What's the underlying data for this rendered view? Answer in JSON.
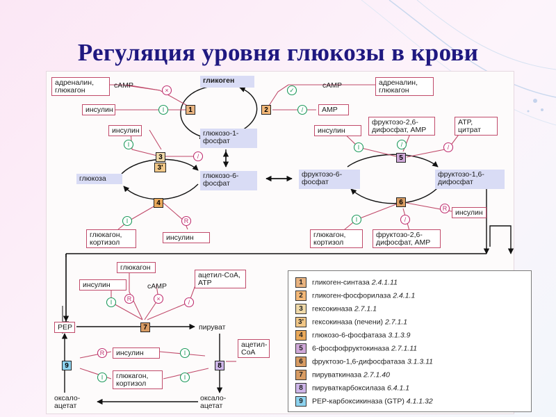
{
  "title": "Регуляция уровня глюкозы в крови",
  "colors": {
    "title": "#1f1880",
    "inhibit": "#c03070",
    "activate": "#1d9a5c",
    "node_border": "#c04a6a",
    "metabolite_fill": "#d9dcf5",
    "enzyme_fill": [
      "#e8b380",
      "#f3b878",
      "#efd9a8",
      "#f1c787",
      "#e9a95a",
      "#cfa8d8",
      "#d89c63",
      "#cdb5e8",
      "#8dd3ef"
    ]
  },
  "nodes": {
    "adrenalin1": "адреналин,\nглюкагон",
    "camp1": "cAMP",
    "insulin1": "инсулин",
    "glycogen": "гликоген",
    "camp2": "cAMP",
    "adrenalin2": "адреналин,\nглюкагон",
    "amp": "AMP",
    "insulin2": "инсулин",
    "g1p": "глюкозо-1-\nфосфат",
    "glucose": "глюкоза",
    "g6p": "глюкозо-6-\nфосфат",
    "glucagon_cortisol1": "глюкагон,\nкортизол",
    "insulin3": "инсулин",
    "insulin4": "инсулин",
    "f26_1": "фруктозо-2,6-\nдифосфат, AMP",
    "atp_citrate": "ATP,\nцитрат",
    "f6p": "фруктозо-6-\nфосфат",
    "f16p": "фруктозо-1,6-\nдифосфат",
    "glucagon_cortisol2": "глюкагон,\nкортизол",
    "f26_2": "фруктозо-2,6-\nдифосфат, AMP",
    "insulin5": "инсулин",
    "glucagon2": "глюкагон",
    "insulin6": "инсулин",
    "camp3": "cAMP",
    "acetylcoa_atp": "ацетил-CoA,\nATP",
    "pep": "PEP",
    "pyruvate": "пируват",
    "acetylcoa2": "ацетил-\nCoA",
    "insulin7": "инсулин",
    "glucagon_cortisol3": "глюкагон,\nкортизол",
    "oxaloacetate1": "оксало-\nацетат",
    "oxaloacetate2": "оксало-\nацетат"
  },
  "enzyme_marks": [
    "1",
    "2",
    "3",
    "3'",
    "4",
    "5",
    "6",
    "7",
    "8",
    "9"
  ],
  "regulator_symbols": {
    "inhibit": "×",
    "activate": "I",
    "repress": "R",
    "block": "/"
  },
  "legend": [
    {
      "num": "1",
      "name": "гликоген-синтаза",
      "code": "2.4.1.11"
    },
    {
      "num": "2",
      "name": "гликоген-фосфорилаза",
      "code": "2.4.1.1"
    },
    {
      "num": "3",
      "name": "гексокиназа",
      "code": "2.7.1.1"
    },
    {
      "num": "3'",
      "name": "гексокиназа (печени)",
      "code": "2.7.1.1"
    },
    {
      "num": "4",
      "name": "глюкозо-6-фосфатаза",
      "code": "3.1.3.9"
    },
    {
      "num": "5",
      "name": "6-фосфофруктокиназа",
      "code": "2.7.1.11"
    },
    {
      "num": "6",
      "name": "фруктозо-1,6-дифосфатаза",
      "code": "3.1.3.11"
    },
    {
      "num": "7",
      "name": "пируваткиназа",
      "code": "2.7.1.40"
    },
    {
      "num": "8",
      "name": "пируваткарбоксилаза",
      "code": "6.4.1.1"
    },
    {
      "num": "9",
      "name": "PEP-карбоксикиназа (GTP)",
      "code": "4.1.1.32"
    }
  ]
}
